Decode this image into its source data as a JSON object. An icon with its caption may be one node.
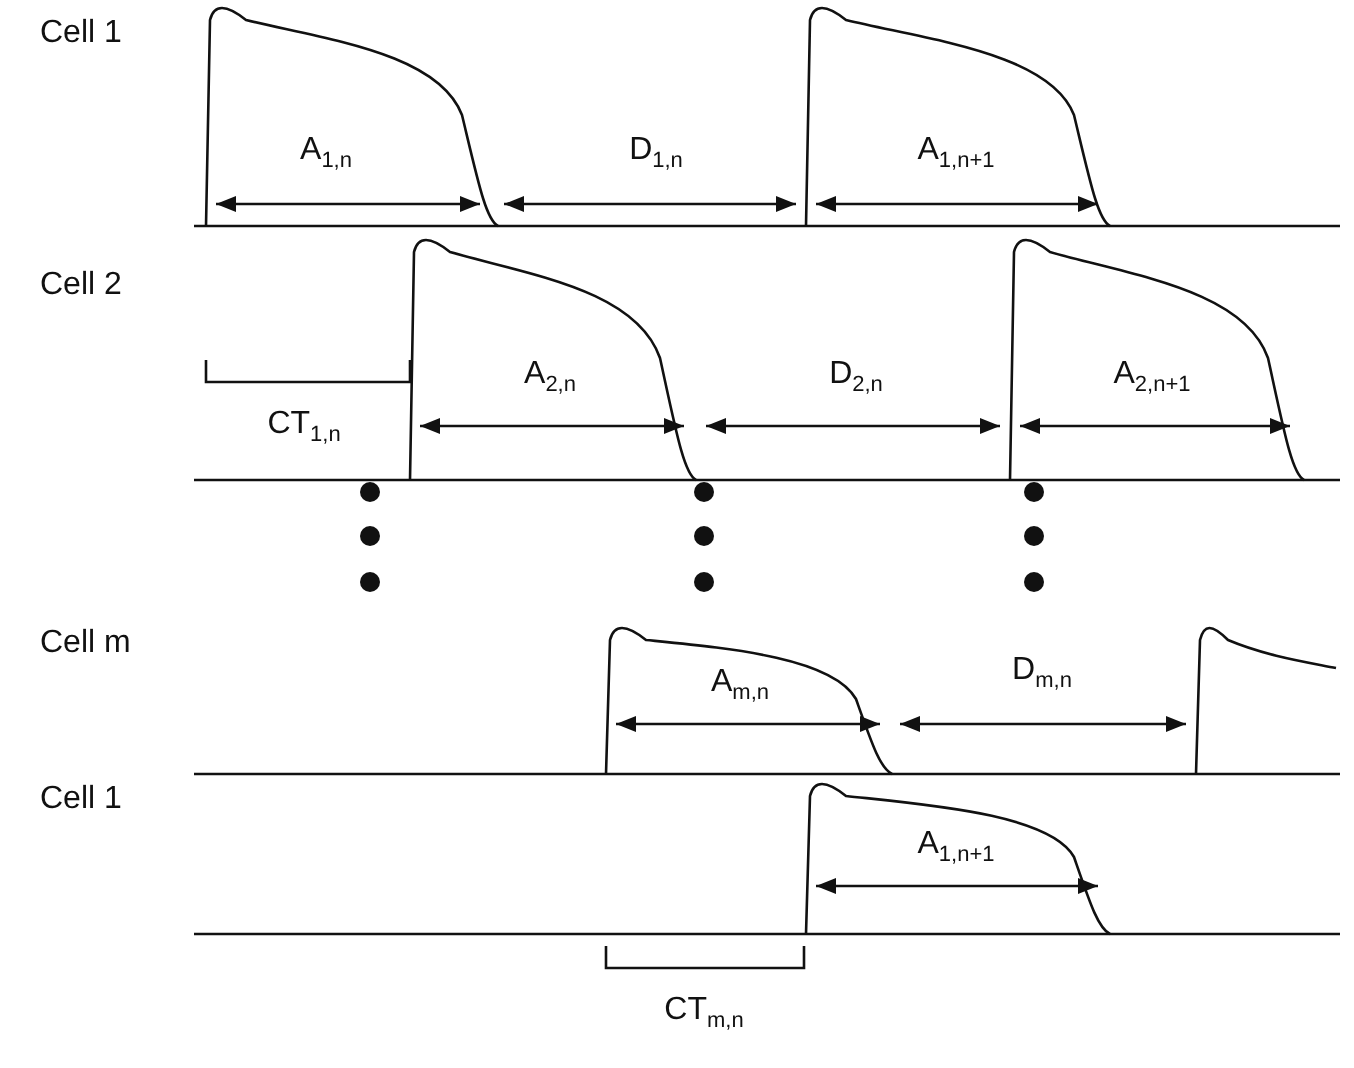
{
  "diagram": {
    "labels": [
      "Cell 1",
      "A$_{1,n}$",
      "D$_{1,n}$",
      "A$_{1,n+1}$",
      "Cell 2",
      "A$_{2,n}$",
      "D$_{2,n}$",
      "A$_{2,n+1}$",
      "CT$_{1,n}$",
      "Cell m",
      "A$_{m,n}$",
      "D$_{m,n}$",
      "Cell 1",
      "A$_{1,n+1}$",
      "CT$_{m,n}$"
    ]
  }
}
